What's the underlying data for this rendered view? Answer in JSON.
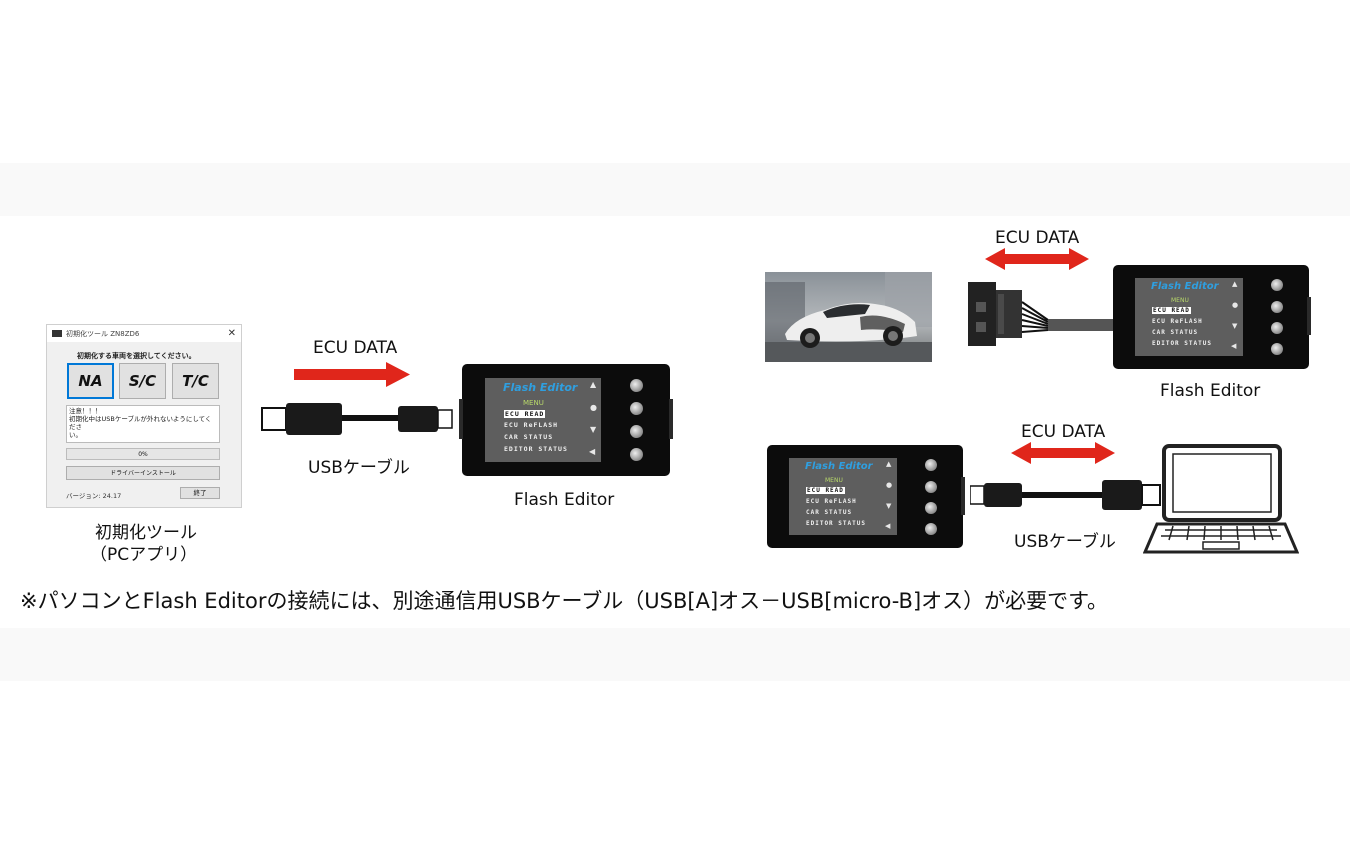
{
  "app_window": {
    "title": "初期化ツール ZN8ZD6",
    "prompt": "初期化する車両を選択してください。",
    "buttons": [
      "NA",
      "S/C",
      "T/C"
    ],
    "selected_button": "NA",
    "warning_lines": [
      "注意！！！",
      "初期化中はUSBケーブルが外れないようにしてくださ",
      "い。"
    ],
    "progress": "0%",
    "progress_value": 0,
    "driver_button": "ドライバーインストール",
    "version": "バージョン: 24.17",
    "end_button": "終了"
  },
  "labels": {
    "tool_line1": "初期化ツール",
    "tool_line2": "（PCアプリ）",
    "ecu_data": "ECU DATA",
    "usb_cable": "USBケーブル",
    "flash_editor": "Flash Editor"
  },
  "device_screen": {
    "title": "Flash Editor",
    "menu": "MENU",
    "items": [
      "ECU READ",
      "ECU ReFLASH",
      "CAR STATUS",
      "EDITOR STATUS"
    ],
    "symbols": [
      "▲",
      "●",
      "▼",
      "◀"
    ]
  },
  "footnote": "※パソコンとFlash Editorの接続には、別途通信用USBケーブル（USB[A]オス－USB[micro-B]オス）が必要です。",
  "colors": {
    "arrow": "#e0261b",
    "device_title": "#2f9fe0",
    "menu": "#b8d86a",
    "selected_border": "#0078d7"
  }
}
